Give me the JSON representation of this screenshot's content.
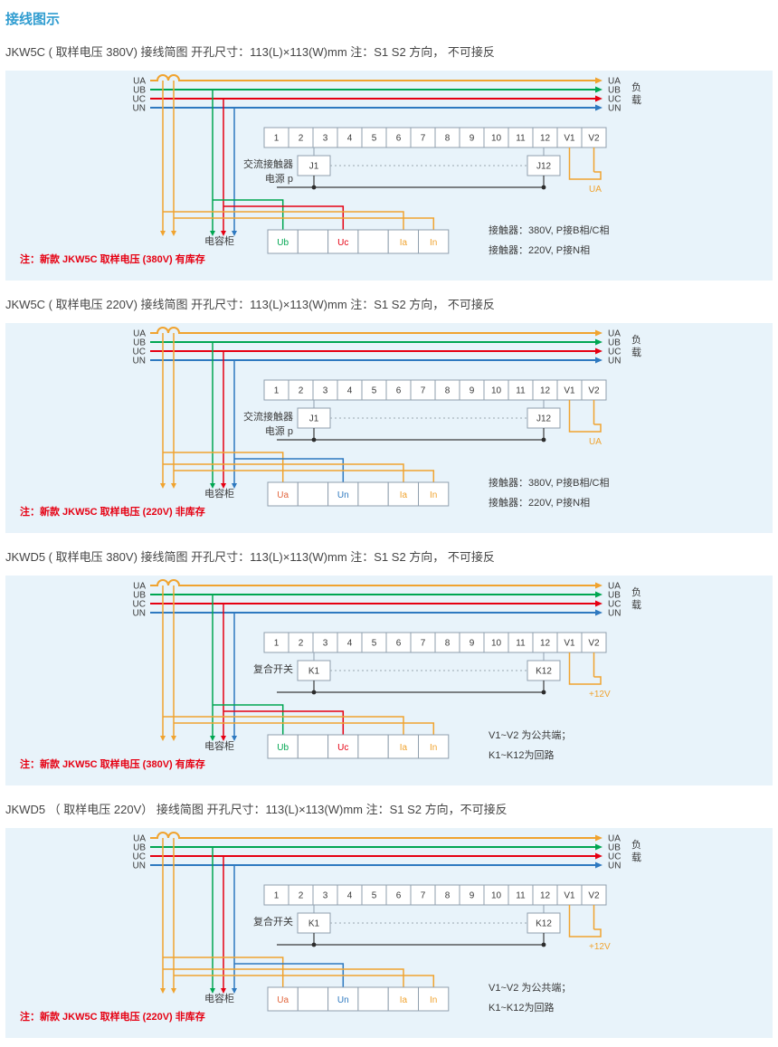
{
  "page_title": "接线图示",
  "phases": {
    "left": [
      "UA",
      "UB",
      "UC",
      "UN"
    ],
    "right": [
      "UA",
      "UB",
      "UC",
      "UN"
    ],
    "load": [
      "负",
      "载"
    ]
  },
  "terminal_cells": [
    "1",
    "2",
    "3",
    "4",
    "5",
    "6",
    "7",
    "8",
    "9",
    "10",
    "11",
    "12",
    "V1",
    "V2"
  ],
  "cabinet_label": "电容柜",
  "colors": {
    "phase_ua": "#F0A32F",
    "phase_ub": "#00A651",
    "phase_uc": "#E60012",
    "phase_un": "#2E79C0",
    "panel_bg": "#E8F3FA",
    "title_blue": "#2F9CD0",
    "note_red": "#E60012"
  },
  "sections": [
    {
      "heading": "JKW5C ( 取样电压 380V) 接线简图 开孔尺寸：113(L)×113(W)mm 注：S1 S2 方向， 不可接反",
      "variant_class": "variant-380",
      "device_label_line1": "交流接触器",
      "device_label_line2": "电源 p",
      "relay_start": "J1",
      "relay_end": "J12",
      "power_tag": "UA",
      "bottom_terminals": [
        {
          "label": "Ub",
          "color": "#00A651"
        },
        {
          "label": "",
          "color": "#3A3A3A"
        },
        {
          "label": "Uc",
          "color": "#E60012"
        },
        {
          "label": "",
          "color": "#3A3A3A"
        },
        {
          "label": "Ia",
          "color": "#F0A32F"
        },
        {
          "label": "In",
          "color": "#F0A32F"
        }
      ],
      "notes_right": [
        "接触器：380V, P接B相/C相",
        "接触器：220V, P接N相"
      ],
      "bottom_note": "注：新款 JKW5C 取样电压 (380V) 有库存"
    },
    {
      "heading": "JKW5C ( 取样电压 220V) 接线简图 开孔尺寸：113(L)×113(W)mm 注：S1 S2 方向， 不可接反",
      "variant_class": "variant-220",
      "device_label_line1": "交流接触器",
      "device_label_line2": "电源 p",
      "relay_start": "J1",
      "relay_end": "J12",
      "power_tag": "UA",
      "bottom_terminals": [
        {
          "label": "Ua",
          "color": "#E2653C"
        },
        {
          "label": "",
          "color": "#3A3A3A"
        },
        {
          "label": "Un",
          "color": "#2E79C0"
        },
        {
          "label": "",
          "color": "#3A3A3A"
        },
        {
          "label": "Ia",
          "color": "#F0A32F"
        },
        {
          "label": "In",
          "color": "#F0A32F"
        }
      ],
      "notes_right": [
        "接触器：380V, P接B相/C相",
        "接触器：220V, P接N相"
      ],
      "bottom_note": "注：新款 JKW5C 取样电压 (220V) 非库存"
    },
    {
      "heading": "JKWD5 ( 取样电压 380V) 接线简图 开孔尺寸：113(L)×113(W)mm 注：S1 S2 方向， 不可接反",
      "variant_class": "variant-380",
      "device_label_line1": "复合开关",
      "device_label_line2": "",
      "relay_start": "K1",
      "relay_end": "K12",
      "power_tag": "+12V",
      "bottom_terminals": [
        {
          "label": "Ub",
          "color": "#00A651"
        },
        {
          "label": "",
          "color": "#3A3A3A"
        },
        {
          "label": "Uc",
          "color": "#E60012"
        },
        {
          "label": "",
          "color": "#3A3A3A"
        },
        {
          "label": "Ia",
          "color": "#F0A32F"
        },
        {
          "label": "In",
          "color": "#F0A32F"
        }
      ],
      "notes_right": [
        "V1~V2 为公共端；",
        "K1~K12为回路"
      ],
      "bottom_note": "注：新款 JKW5C 取样电压 (380V) 有库存"
    },
    {
      "heading": "JKWD5 （ 取样电压 220V） 接线简图 开孔尺寸：113(L)×113(W)mm 注：S1 S2 方向，不可接反",
      "variant_class": "variant-220",
      "device_label_line1": "复合开关",
      "device_label_line2": "",
      "relay_start": "K1",
      "relay_end": "K12",
      "power_tag": "+12V",
      "bottom_terminals": [
        {
          "label": "Ua",
          "color": "#E2653C"
        },
        {
          "label": "",
          "color": "#3A3A3A"
        },
        {
          "label": "Un",
          "color": "#2E79C0"
        },
        {
          "label": "",
          "color": "#3A3A3A"
        },
        {
          "label": "Ia",
          "color": "#F0A32F"
        },
        {
          "label": "In",
          "color": "#F0A32F"
        }
      ],
      "notes_right": [
        "V1~V2 为公共端；",
        "K1~K12为回路"
      ],
      "bottom_note": "注：新款 JKW5C 取样电压 (220V) 非库存"
    }
  ]
}
